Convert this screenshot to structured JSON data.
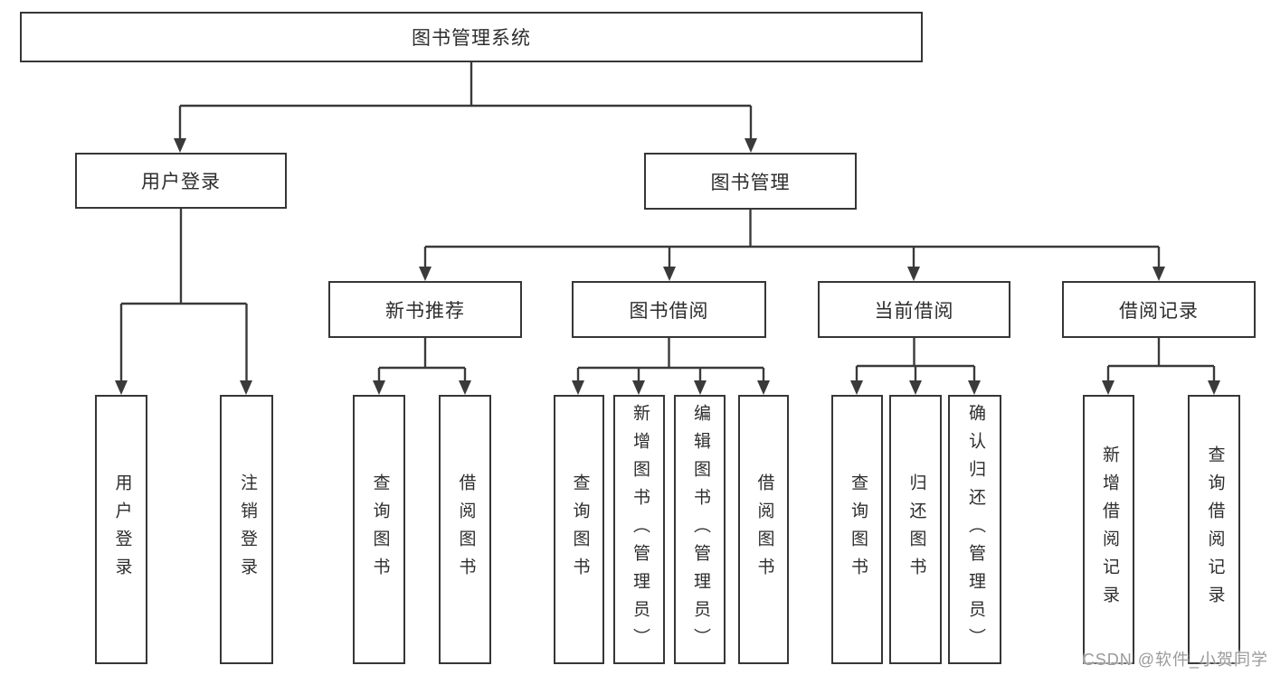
{
  "tree": {
    "label": "图书管理系统",
    "children": [
      {
        "label": "用户登录",
        "children": [
          {
            "label": "用户登录"
          },
          {
            "label": "注销登录"
          }
        ]
      },
      {
        "label": "图书管理",
        "children": [
          {
            "label": "新书推荐",
            "children": [
              {
                "label": "查询图书"
              },
              {
                "label": "借阅图书"
              }
            ]
          },
          {
            "label": "图书借阅",
            "children": [
              {
                "label": "查询图书"
              },
              {
                "label": "新增图书（管理员）"
              },
              {
                "label": "编辑图书（管理员）"
              },
              {
                "label": "借阅图书"
              }
            ]
          },
          {
            "label": "当前借阅",
            "children": [
              {
                "label": "查询图书"
              },
              {
                "label": "归还图书"
              },
              {
                "label": "确认归还（管理员）"
              }
            ]
          },
          {
            "label": "借阅记录",
            "children": [
              {
                "label": "新增借阅记录"
              },
              {
                "label": "查询借阅记录"
              }
            ]
          }
        ]
      }
    ]
  },
  "watermark": {
    "text": "CSDN @软件_小贺同学"
  },
  "colors": {
    "line": "#3a3a3a",
    "box_border": "#363636",
    "text": "#2d2d2d",
    "watermark_text": "#9a9a9a",
    "background": "#ffffff"
  }
}
